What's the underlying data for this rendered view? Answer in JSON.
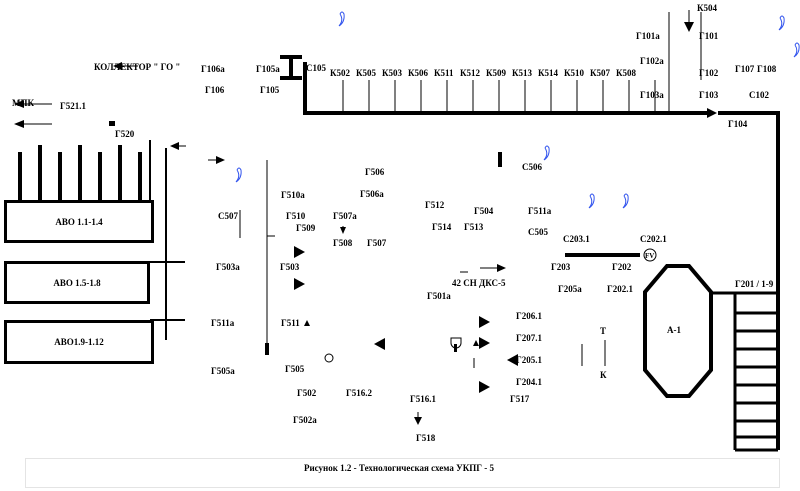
{
  "units": {
    "avo1": "АВО 1.1-1.4",
    "avo2": "АВО 1.5-1.8",
    "avo3": "АВО1.9-1.12",
    "a1": "А-1"
  },
  "labels": {
    "kollektor": "КОЛЛЕКТОР \" ГО \"",
    "mpk": "МПК",
    "g521_1": "Г521.1",
    "g520": "Г520",
    "g106a": "Г106а",
    "g106": "Г106",
    "g105a": "Г105а",
    "g105": "Г105",
    "c105": "С105",
    "k502": "К502",
    "k505": "К505",
    "k503": "К503",
    "k506": "К506",
    "k511": "К511",
    "k512": "К512",
    "k509": "К509",
    "k513": "К513",
    "k514": "К514",
    "k510": "К510",
    "k507": "К507",
    "k508": "К508",
    "k504": "К504",
    "g101a": "Г101а",
    "g101": "Г101",
    "g102a": "Г102а",
    "g102": "Г102",
    "g103a": "Г103а",
    "g103": "Г103",
    "g107": "Г107",
    "g108": "Г108",
    "c102": "С102",
    "g104": "Г104",
    "g506": "Г506",
    "g506a": "Г506а",
    "g510a": "Г510а",
    "g510": "Г510",
    "g509": "Г509",
    "g507a": "Г507а",
    "g508": "Г508",
    "g507": "Г507",
    "c507": "С507",
    "g512": "Г512",
    "g504": "Г504",
    "g511a_r": "Г511а",
    "g514": "Г514",
    "g513": "Г513",
    "c505": "С505",
    "c506": "С506",
    "c203_1": "С203.1",
    "c202_1": "С202.1",
    "fv": "FV",
    "g503a": "Г503а",
    "g503": "Г503",
    "sn": "42  СН ДКС-5",
    "g203": "Г203",
    "g202": "Г202",
    "g501a": "Г501а",
    "g205a": "Г205а",
    "g202_1": "Г202.1",
    "g201": "Г201 / 1-9",
    "g511a_l": "Г511а",
    "g511": "Г511",
    "g206_1": "Г206.1",
    "g207_1": "Г207.1",
    "t": "Т",
    "k": "К",
    "g505a": "Г505а",
    "g505": "Г505",
    "g205_1": "Г205.1",
    "g204_1": "Г204.1",
    "g502": "Г502",
    "g516_2": "Г516.2",
    "g516_1": "Г516.1",
    "g517": "Г517",
    "g502a": "Г502а",
    "g518": "Г518"
  },
  "caption": "Рисунок 1.2 - Технологическая схема УКПГ - 5"
}
